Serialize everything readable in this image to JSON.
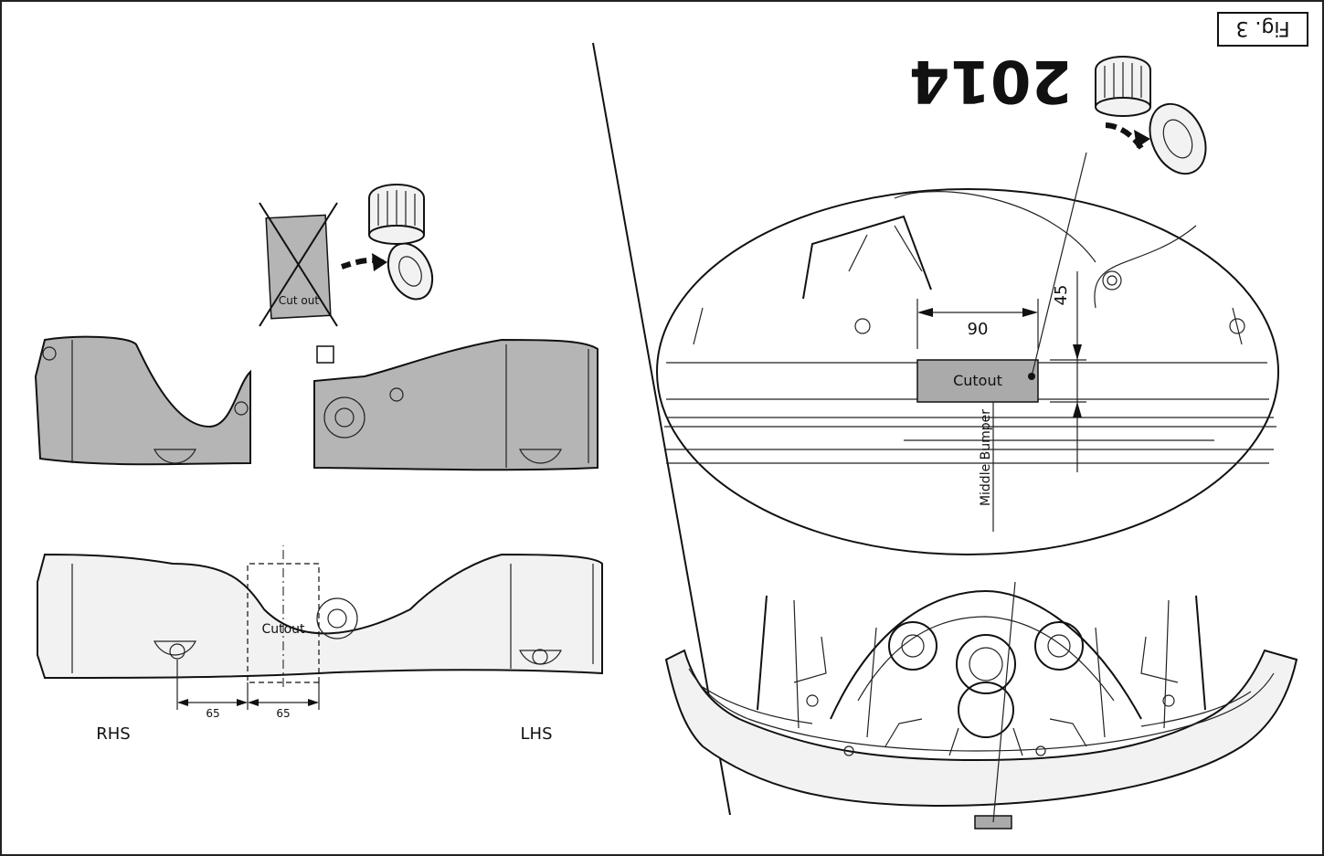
{
  "figure_label": "Fig. 3",
  "year": "2014",
  "labels": {
    "cutout_zoom": "Cutout",
    "middle_bumper": "Middle Bumper",
    "dim_width": "90",
    "dim_height": "45",
    "cut_out_crossed": "Cut out",
    "cutout_panel": "Cutout",
    "dim_left": "65",
    "dim_right": "65",
    "lhs": "LHS",
    "rhs": "RHS"
  },
  "colors": {
    "panel": "#b5b5b5",
    "line": "#111111",
    "background": "#ffffff"
  }
}
